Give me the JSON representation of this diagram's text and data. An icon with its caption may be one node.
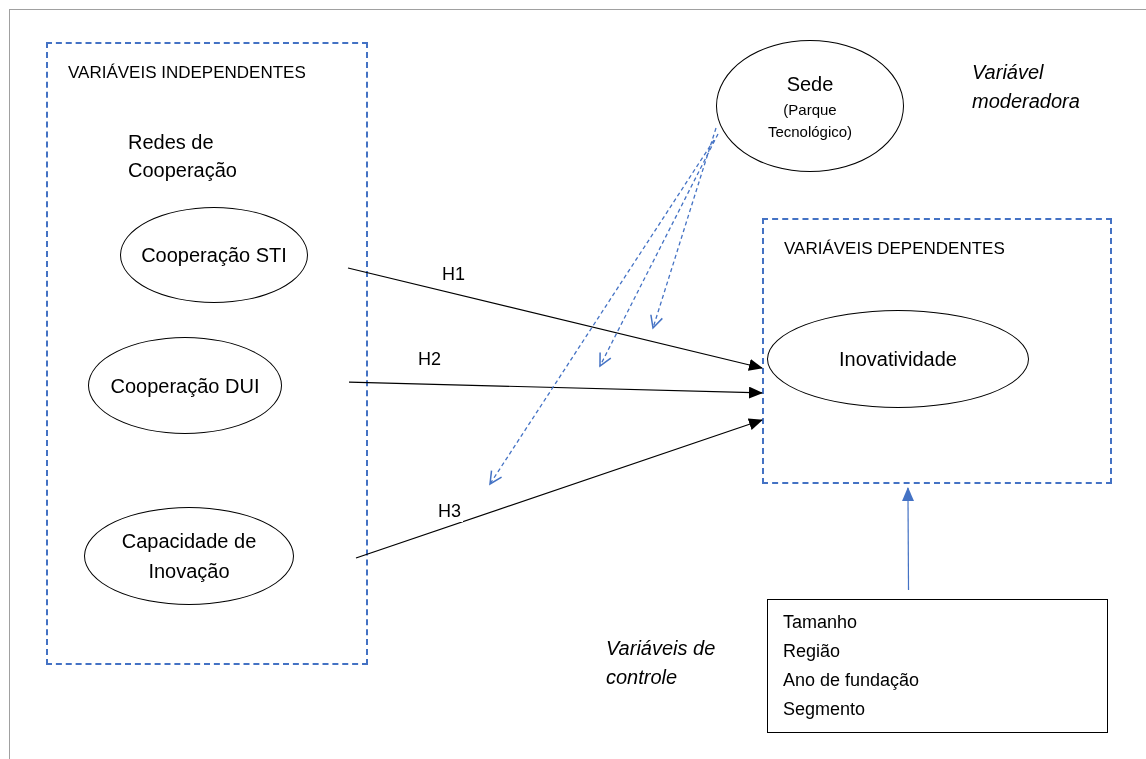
{
  "diagram": {
    "nodes": [
      {
        "text": [
          "VARIÁVEIS INDEPENDENTES",
          "Redes de Cooperação"
        ]
      },
      {
        "text": [
          "Cooperação STI"
        ],
        "in": 0
      },
      {
        "text": [
          "Cooperação DUI"
        ],
        "in": 0
      },
      {
        "text": [
          "Capacidade de Inovação"
        ],
        "in": 0
      },
      {
        "text": [
          "Sede",
          "(Parque Tecnológico)"
        ],
        "beside": [
          "Variável moderadora"
        ]
      },
      {
        "text": [
          "VARIÁVEIS DEPENDENTES"
        ]
      },
      {
        "text": [
          "Inovatividade"
        ],
        "in": 5
      },
      {
        "text": [
          "Tamanho",
          "Região",
          "Ano de fundação",
          "Segmento"
        ],
        "beside": [
          "Variáveis de controle"
        ]
      }
    ],
    "edges": [
      {
        "from": 1,
        "to": 6,
        "arrow": "to",
        "label": "H1",
        "color": "#000000"
      },
      {
        "from": 2,
        "to": 6,
        "arrow": "to",
        "label": "H2",
        "color": "#000000"
      },
      {
        "from": 3,
        "to": 6,
        "arrow": "to",
        "label": "H3",
        "color": "#000000"
      },
      {
        "from": 7,
        "to": 5,
        "arrow": "to",
        "color": "#4472c4"
      },
      {
        "from": 4,
        "to": null,
        "arrow": "to",
        "style": "dashed",
        "color": "#4472c4"
      },
      {
        "from": 4,
        "to": null,
        "arrow": "to",
        "style": "dashed",
        "color": "#4472c4"
      },
      {
        "from": 4,
        "to": null,
        "arrow": "to",
        "style": "dashed",
        "color": "#4472c4"
      }
    ]
  }
}
